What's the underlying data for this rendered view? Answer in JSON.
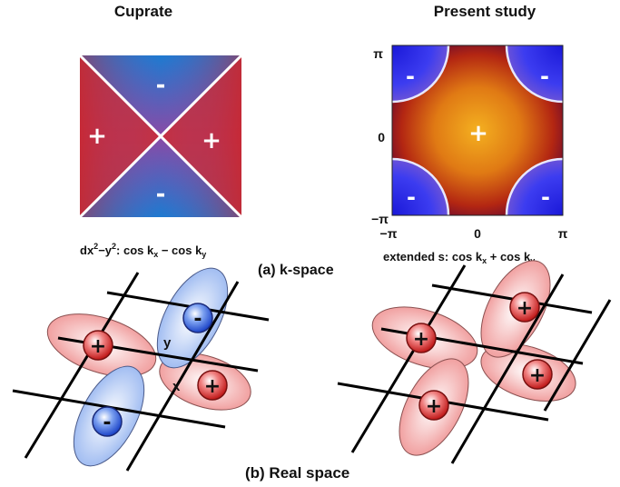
{
  "titles": {
    "left": "Cuprate",
    "right": "Present study"
  },
  "panel_a": {
    "caption": "(a)  k-space",
    "cuprate_signs": {
      "top": "-",
      "bottom": "-",
      "left": "+",
      "right": "+"
    },
    "cuprate_formula": {
      "lead": "dx",
      "sup1": "2",
      "mid": "−y",
      "sup2": "2",
      "rest": ": cos k",
      "sub1": "x",
      "minus": " − cos k",
      "sub2": "y"
    },
    "present_signs": {
      "center": "+",
      "corners": [
        "-",
        "-",
        "-",
        "-"
      ]
    },
    "present_axes": {
      "y_top": "π",
      "y_mid": "0",
      "y_bottom": "−π",
      "x_left": "−π",
      "x_mid": "0",
      "x_right": "π"
    },
    "present_formula": {
      "lead": "extended s: cos k",
      "sub1": "x",
      "plus": " + cos k",
      "sub2": "y"
    }
  },
  "panel_b": {
    "caption": "(b)  Real space",
    "left_orbital_labels": {
      "y": "y",
      "x": "x"
    },
    "left_signs": [
      "+",
      "-",
      "+",
      "-"
    ],
    "right_signs": [
      "+",
      "+",
      "+",
      "+"
    ]
  },
  "colors": {
    "red": "#d42b2b",
    "blue": "#2a6fd0",
    "lobe_red": "#f2a0a0",
    "lobe_blue": "#9db9ef",
    "heat_center": "#f0a21a",
    "heat_mid": "#c23212",
    "heat_edge": "#5a0a3a",
    "heat_blue": "#3e3cf0"
  }
}
